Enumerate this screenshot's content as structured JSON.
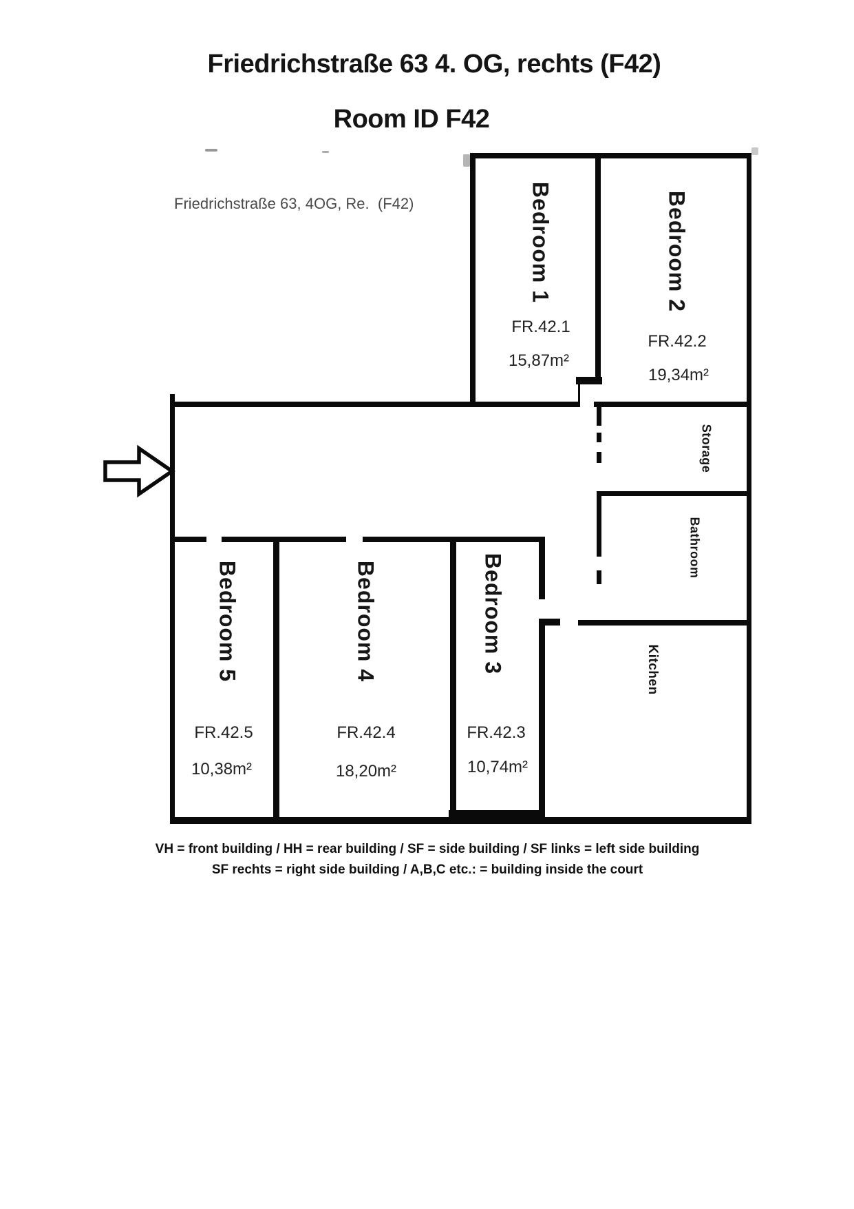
{
  "header": {
    "title": "Friedrichstraße 63 4. OG, rechts (F42)",
    "subtitle": "Room ID F42"
  },
  "plan": {
    "caption": "Friedrichstraße 63, 4OG, Re.  (F42)",
    "rooms": {
      "bedroom1": {
        "name": "Bedroom 1",
        "code": "FR.42.1",
        "area": "15,87m²"
      },
      "bedroom2": {
        "name": "Bedroom 2",
        "code": "FR.42.2",
        "area": "19,34m²"
      },
      "bedroom3": {
        "name": "Bedroom 3",
        "code": "FR.42.3",
        "area": "10,74m²"
      },
      "bedroom4": {
        "name": "Bedroom 4",
        "code": "FR.42.4",
        "area": "18,20m²"
      },
      "bedroom5": {
        "name": "Bedroom 5",
        "code": "FR.42.5",
        "area": "10,38m²"
      },
      "storage": {
        "name": "Storage"
      },
      "bathroom": {
        "name": "Bathroom"
      },
      "kitchen": {
        "name": "Kitchen"
      }
    },
    "entrance": "entrance-arrow"
  },
  "legend": {
    "line1": "VH = front building / HH = rear building / SF = side building / SF links = left side building",
    "line2": "SF rechts = right side building / A,B,C etc.: =  building inside the court"
  },
  "colors": {
    "wall": "#0a0a0a",
    "caption_gray": "#4a4a4a",
    "text": "#111111",
    "background": "#ffffff"
  }
}
